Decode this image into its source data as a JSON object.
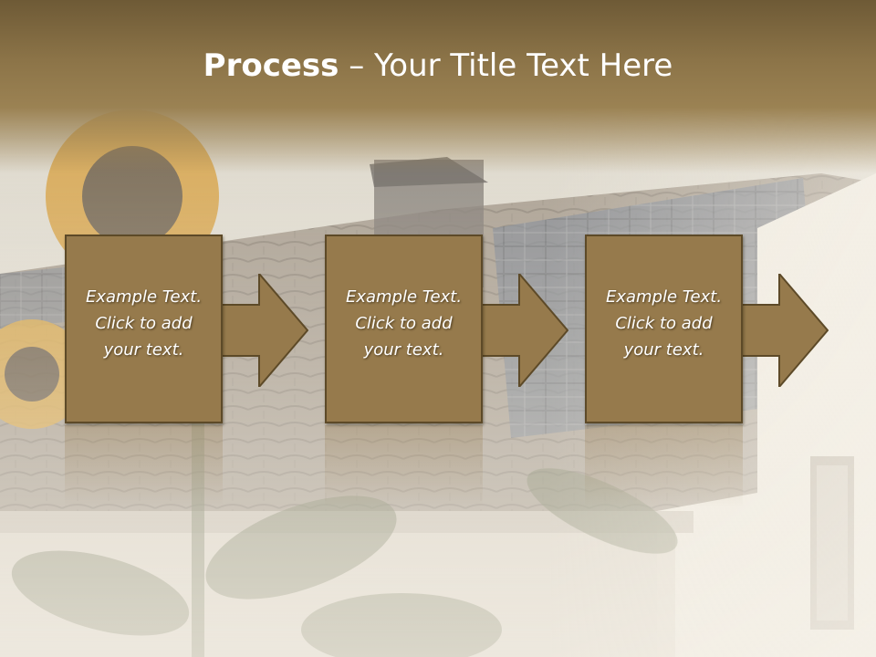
{
  "slide": {
    "title_bold": "Process",
    "title_separator": " – ",
    "title_rest": "Your Title Text Here"
  },
  "steps": [
    {
      "text": "Example Text.\nClick  to add\nyour text."
    },
    {
      "text": "Example Text.\nClick  to add\nyour text."
    },
    {
      "text": "Example Text.\nClick  to add\nyour text."
    }
  ],
  "colors": {
    "title_band": "#8c7448",
    "box_fill": "#967a4c",
    "box_border": "#5d4a28",
    "text": "#ffffff"
  }
}
